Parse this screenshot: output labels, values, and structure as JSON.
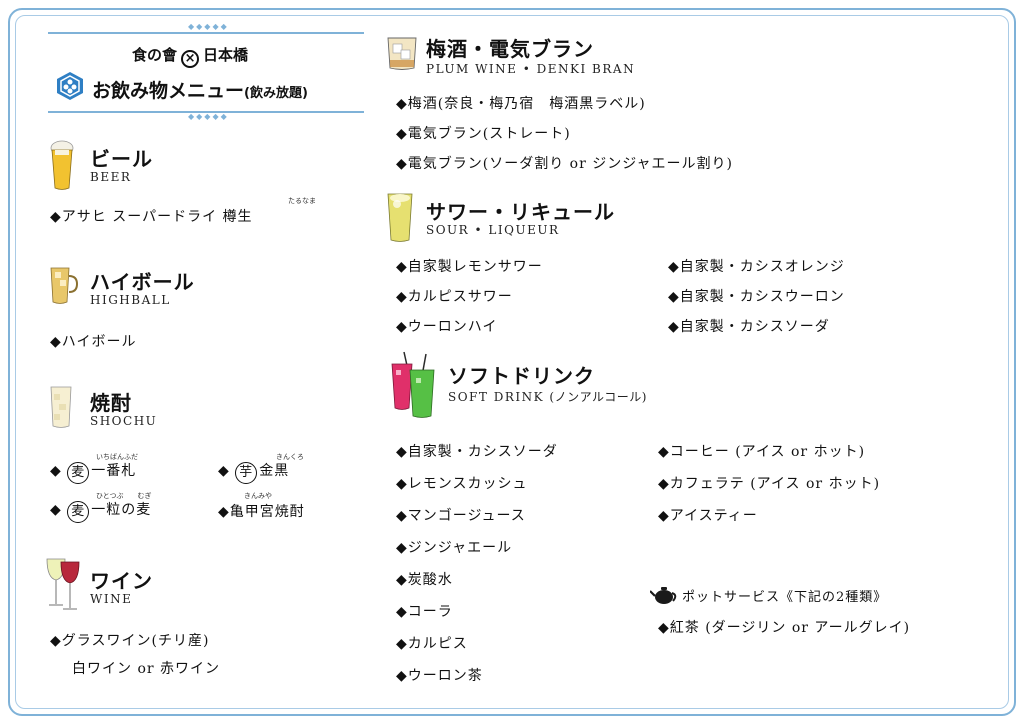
{
  "header": {
    "restaurant_name": "食の會",
    "location": "日本橋",
    "title": "お飲み物メニュー",
    "subtitle": "(飲み放題)",
    "diamonds": "◆◆◆◆◆"
  },
  "sections": {
    "beer": {
      "title_jp": "ビール",
      "title_en": "BEER",
      "items": [
        {
          "text": "◆アサヒ スーパードライ 樽生",
          "ruby": "たるなま"
        }
      ]
    },
    "highball": {
      "title_jp": "ハイボール",
      "title_en": "HIGHBALL",
      "items": [
        {
          "text": "◆ハイボール"
        }
      ]
    },
    "shochu": {
      "title_jp": "焼酎",
      "title_en": "SHOCHU",
      "items": [
        {
          "badge": "麦",
          "name": "一番札",
          "ruby": "いちばんふだ"
        },
        {
          "badge": "芋",
          "name": "金黒",
          "ruby": "きんくろ"
        },
        {
          "badge": "麦",
          "name": "一粒の麦",
          "ruby": "ひとつぶ　　むぎ"
        },
        {
          "name": "亀甲宮焼酎",
          "ruby": "きんみや"
        }
      ]
    },
    "wine": {
      "title_jp": "ワイン",
      "title_en": "WINE",
      "items": [
        {
          "text": "◆グラスワイン(チリ産)"
        },
        {
          "text": "白ワイン or 赤ワイン"
        }
      ]
    },
    "plum": {
      "title_jp": "梅酒・電気ブラン",
      "title_en": "PLUM WINE • DENKI BRAN",
      "items": [
        {
          "text": "◆梅酒(奈良・梅乃宿　梅酒黒ラベル)"
        },
        {
          "text": "◆電気ブラン(ストレート)"
        },
        {
          "text": "◆電気ブラン(ソーダ割り or ジンジャエール割り)"
        }
      ]
    },
    "sour": {
      "title_jp": "サワー・リキュール",
      "title_en": "SOUR • LIQUEUR",
      "items_left": [
        {
          "text": "◆自家製レモンサワー"
        },
        {
          "text": "◆カルピスサワー"
        },
        {
          "text": "◆ウーロンハイ"
        }
      ],
      "items_right": [
        {
          "text": "◆自家製・カシスオレンジ"
        },
        {
          "text": "◆自家製・カシスウーロン"
        },
        {
          "text": "◆自家製・カシスソーダ"
        }
      ]
    },
    "soft": {
      "title_jp": "ソフトドリンク",
      "title_en": "SOFT DRINK",
      "title_en_note": "(ノンアルコール)",
      "items_left": [
        {
          "text": "◆自家製・カシスソーダ"
        },
        {
          "text": "◆レモンスカッシュ"
        },
        {
          "text": "◆マンゴージュース"
        },
        {
          "text": "◆ジンジャエール"
        },
        {
          "text": "◆炭酸水"
        },
        {
          "text": "◆コーラ"
        },
        {
          "text": "◆カルピス"
        },
        {
          "text": "◆ウーロン茶"
        }
      ],
      "items_right": [
        {
          "text": "◆コーヒー (アイス or ホット)"
        },
        {
          "text": "◆カフェラテ (アイス or ホット)"
        },
        {
          "text": "◆アイスティー"
        }
      ],
      "pot_service": {
        "title": "ポットサービス《下記の2種類》",
        "item": "◆紅茶 (ダージリン or アールグレイ)"
      }
    }
  },
  "colors": {
    "frame": "#7fb2d8",
    "hex_logo": "#2f7fc4",
    "beer": "#f2c230",
    "highball": "#e8c76a",
    "sour": "#e6e070",
    "cassis": "#e0306a",
    "green": "#56c045",
    "red_wine": "#b8283c"
  }
}
